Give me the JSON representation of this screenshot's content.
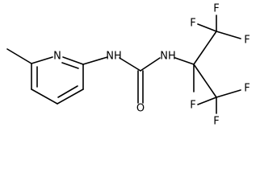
{
  "atoms": {
    "ring_n": "N",
    "amine_nh_left": "NH",
    "amine_nh_right": "NH",
    "carbonyl_o": "O",
    "fluorines": [
      "F",
      "F",
      "F",
      "F",
      "F",
      "F"
    ]
  }
}
